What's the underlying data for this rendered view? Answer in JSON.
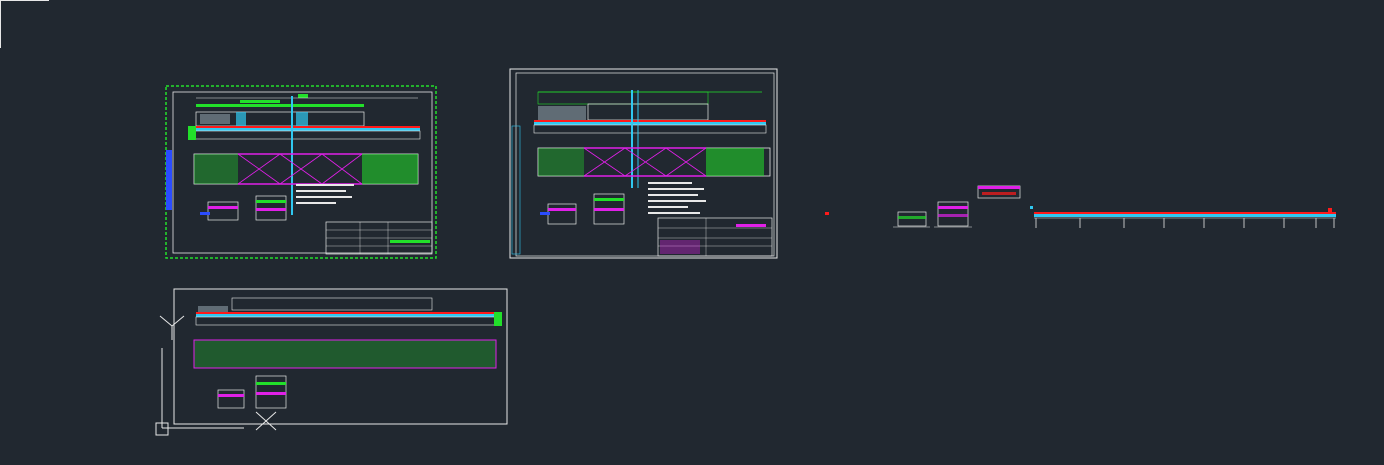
{
  "app": {
    "view": "model-space"
  },
  "colors": {
    "background": "#212830",
    "white": "#e8e8e8",
    "green": "#22e02a",
    "cyan": "#30c8f0",
    "blue": "#2a4cff",
    "magenta": "#e020e8",
    "red": "#ff1a1a",
    "yellow": "#f0e020",
    "gray": "#8a9aa4"
  },
  "drawing": {
    "sheets": [
      "sheet-1",
      "sheet-2",
      "sheet-3"
    ],
    "loose_views": [
      "end-view-a",
      "end-view-b",
      "section-view",
      "side-elevation"
    ]
  }
}
